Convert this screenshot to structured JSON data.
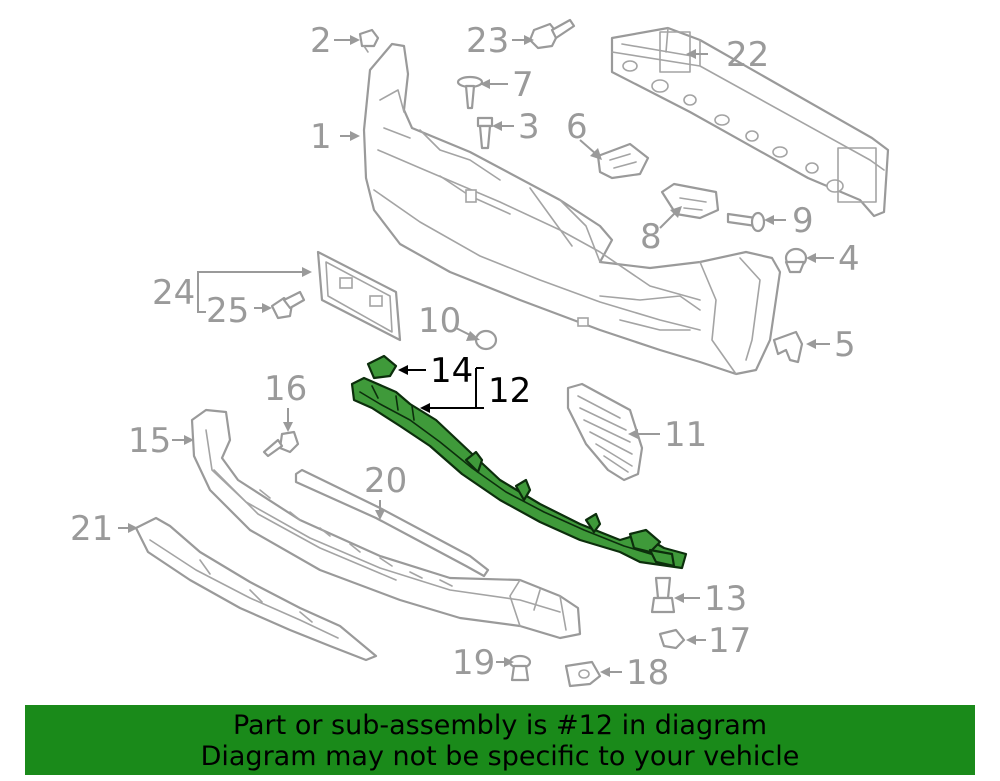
{
  "labels": {
    "l1": "1",
    "l2": "2",
    "l3": "3",
    "l4": "4",
    "l5": "5",
    "l6": "6",
    "l7": "7",
    "l8": "8",
    "l9": "9",
    "l10": "10",
    "l11": "11",
    "l12": "12",
    "l13": "13",
    "l14": "14",
    "l15": "15",
    "l16": "16",
    "l17": "17",
    "l18": "18",
    "l19": "19",
    "l20": "20",
    "l21": "21",
    "l22": "22",
    "l23": "23",
    "l24": "24",
    "l25": "25"
  },
  "highlight": {
    "part": "12",
    "sub_part": "14",
    "color": "#3f9a3a"
  },
  "banner": {
    "color": "#1a8a1a",
    "line1": "Part or sub-assembly is #12 in diagram",
    "line2": "Diagram may not be specific to your vehicle"
  }
}
